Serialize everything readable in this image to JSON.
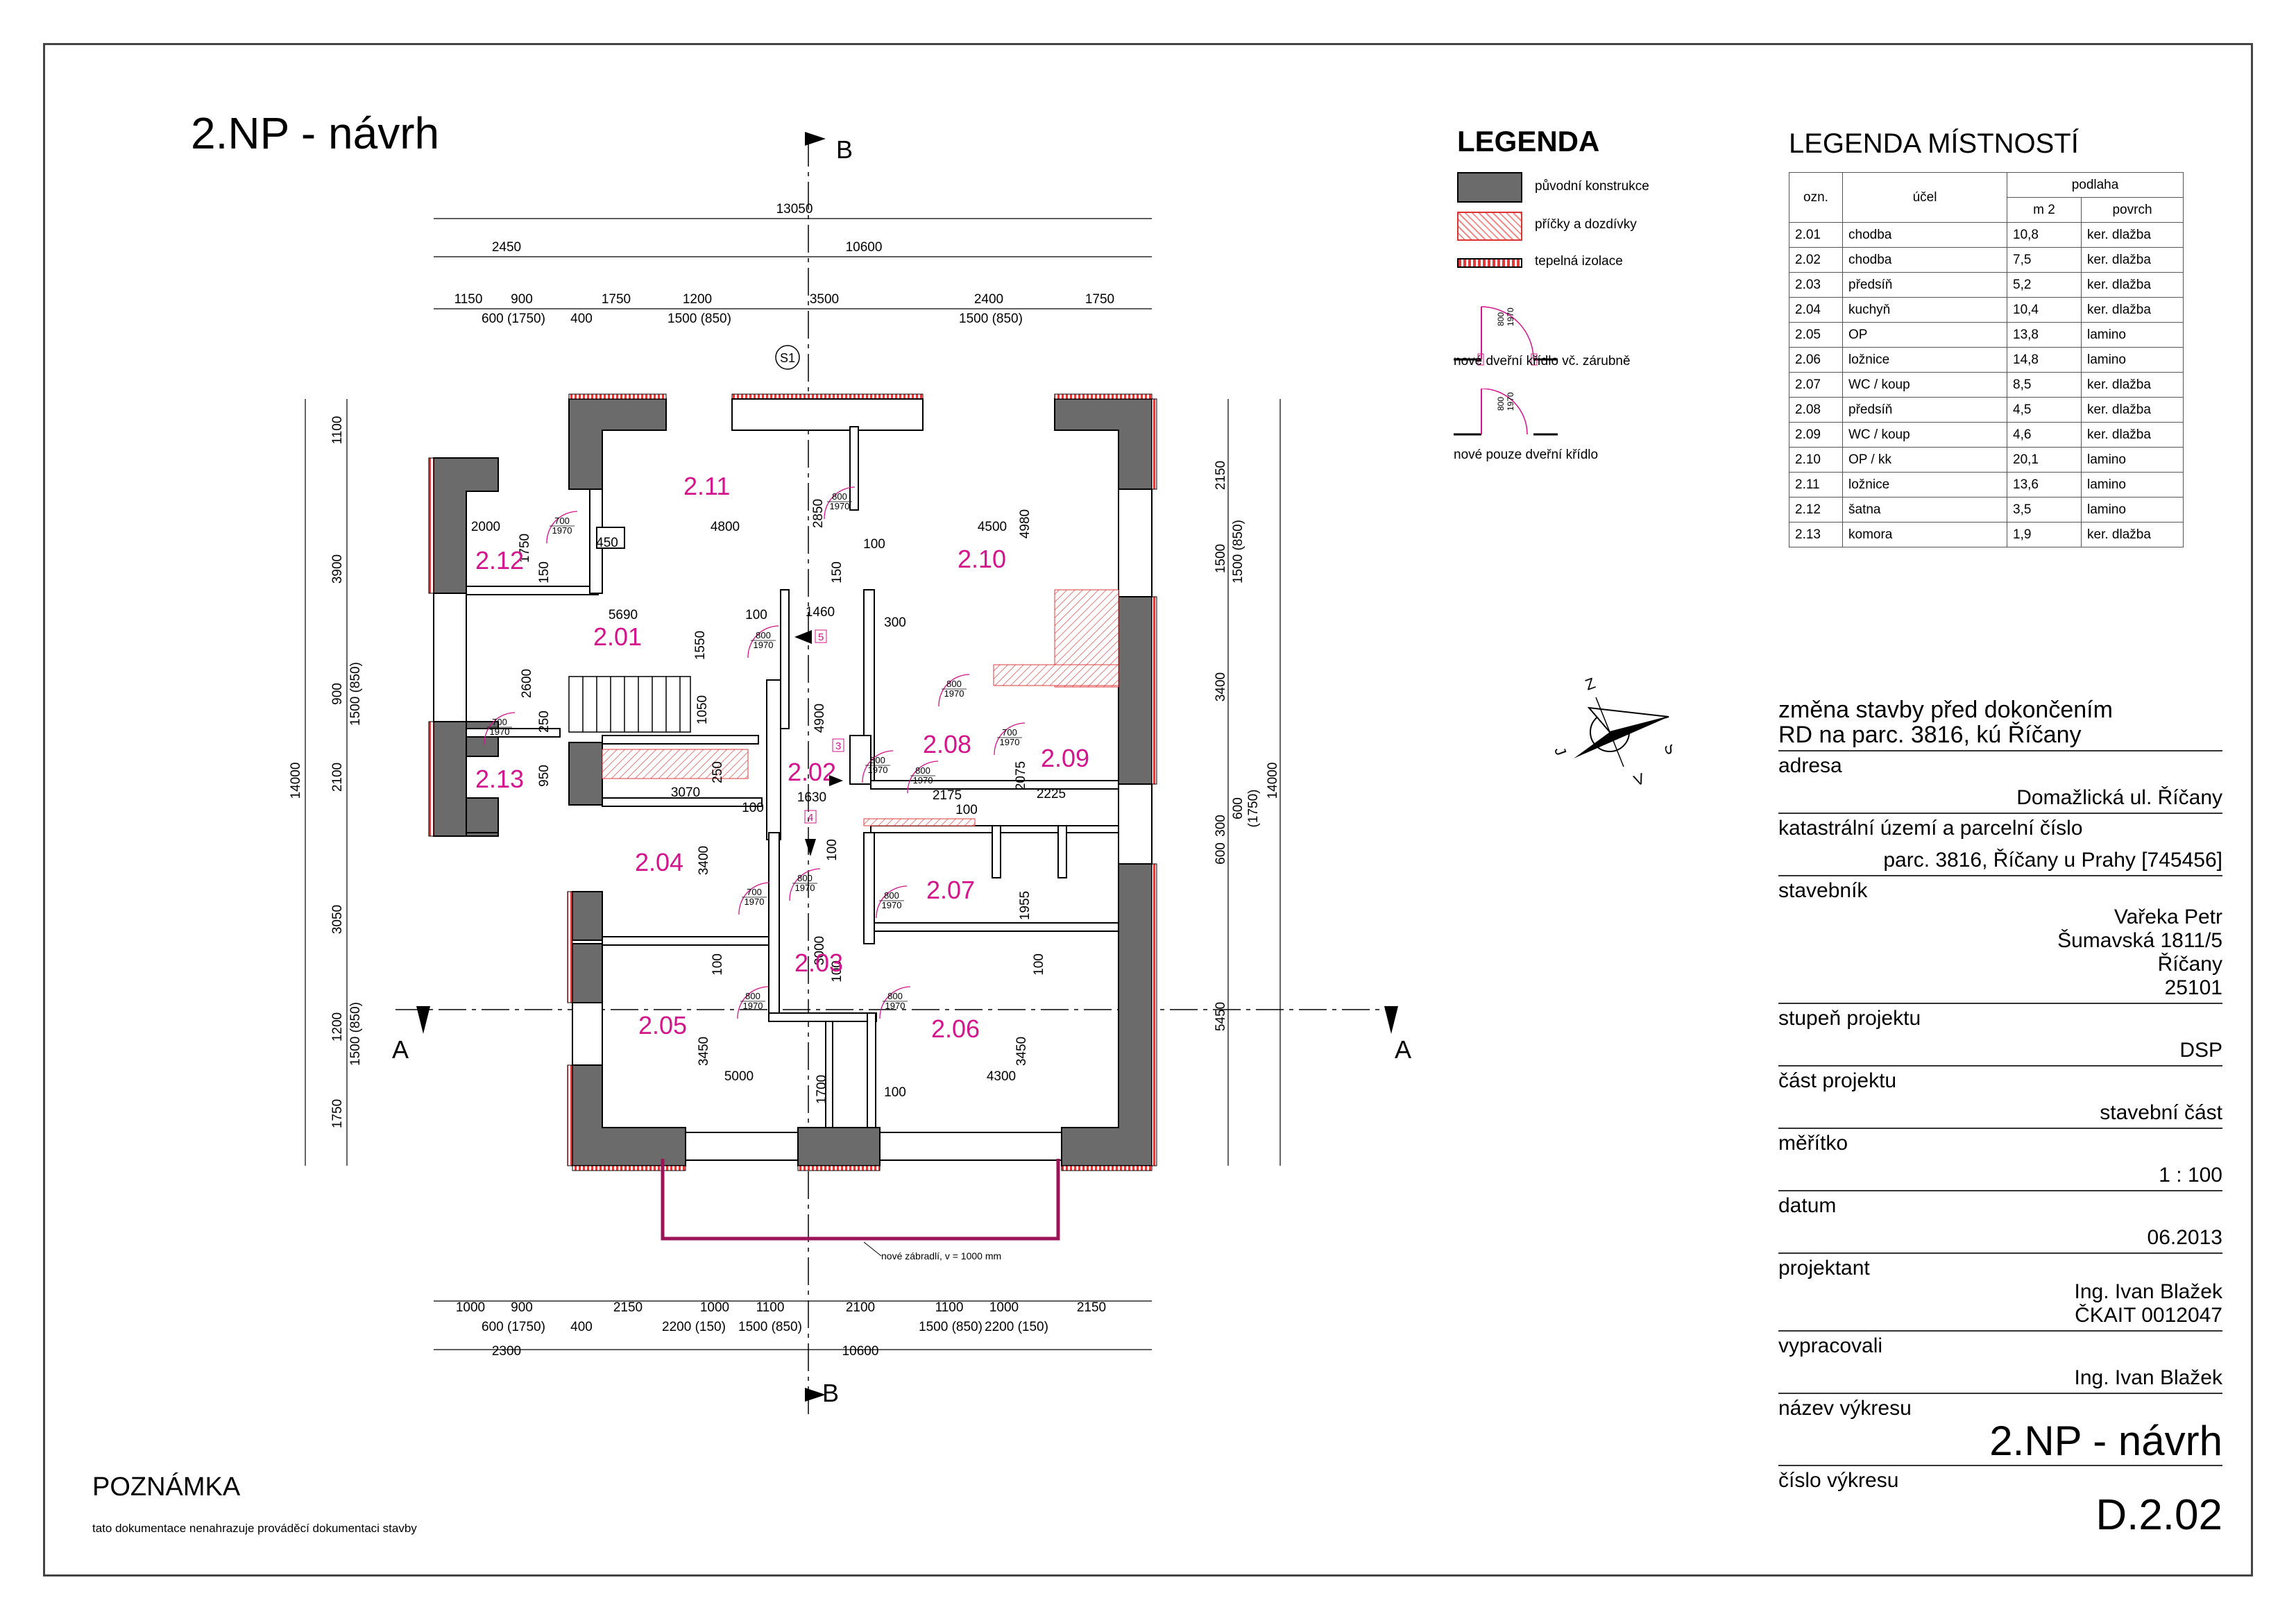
{
  "title": "2.NP - návrh",
  "legend": {
    "heading": "LEGENDA",
    "items": [
      {
        "label": "původní konstrukce",
        "color": "#6b6b6b"
      },
      {
        "label": "příčky a dozdívky",
        "color": "#f7c9c9"
      },
      {
        "label": "tepelná izolace",
        "color": "#e03a3a"
      },
      {
        "label": "nové dveřní křídlo vč. zárubně",
        "color": "#d4148c"
      },
      {
        "label": "nové pouze dveřní křídlo",
        "color": "#d4148c"
      }
    ],
    "door_sample": {
      "w": "800",
      "h": "1970"
    }
  },
  "rooms_legend": {
    "heading": "LEGENDA MÍSTNOSTÍ",
    "headers": {
      "ozn": "ozn.",
      "ucel": "účel",
      "podlaha": "podlaha",
      "m2": "m 2",
      "povrch": "povrch"
    },
    "rows": [
      [
        "2.01",
        "chodba",
        "10,8",
        "ker. dlažba"
      ],
      [
        "2.02",
        "chodba",
        "7,5",
        "ker. dlažba"
      ],
      [
        "2.03",
        "předsíň",
        "5,2",
        "ker. dlažba"
      ],
      [
        "2.04",
        "kuchyň",
        "10,4",
        "ker. dlažba"
      ],
      [
        "2.05",
        "OP",
        "13,8",
        "lamino"
      ],
      [
        "2.06",
        "ložnice",
        "14,8",
        "lamino"
      ],
      [
        "2.07",
        "WC / koup",
        "8,5",
        "ker. dlažba"
      ],
      [
        "2.08",
        "předsíň",
        "4,5",
        "ker. dlažba"
      ],
      [
        "2.09",
        "WC / koup",
        "4,6",
        "ker. dlažba"
      ],
      [
        "2.10",
        "OP / kk",
        "20,1",
        "lamino"
      ],
      [
        "2.11",
        "ložnice",
        "13,6",
        "lamino"
      ],
      [
        "2.12",
        "šatna",
        "3,5",
        "lamino"
      ],
      [
        "2.13",
        "komora",
        "1,9",
        "ker. dlažba"
      ]
    ]
  },
  "title_block": {
    "project_title": "změna stavby před dokončením",
    "project_subtitle": "RD  na parc. 3816, kú Říčany",
    "adresa_label": "adresa",
    "adresa_value": "Domažlická ul. Říčany",
    "katastr_label": "katastrální území a parcelní číslo",
    "katastr_value": "parc. 3816, Říčany u Prahy [745456]",
    "stavebnik_label": "stavebník",
    "stavebnik_lines": [
      "Vařeka Petr",
      "Šumavská 1811/5",
      "Říčany",
      "25101"
    ],
    "stupen_label": "stupeň projektu",
    "stupen_value": "DSP",
    "cast_label": "část projektu",
    "cast_value": "stavební část",
    "meritko_label": "měřítko",
    "meritko_value": "1 : 100",
    "datum_label": "datum",
    "datum_value": "06.2013",
    "projektant_label": "projektant",
    "projektant_lines": [
      "Ing. Ivan Blažek",
      "ČKAIT 0012047"
    ],
    "vypracovali_label": "vypracovali",
    "vypracovali_value": "Ing. Ivan Blažek",
    "nazev_label": "název výkresu",
    "nazev_value": "2.NP - návrh",
    "cislo_label": "číslo výkresu",
    "cislo_value": "D.2.02"
  },
  "note": {
    "heading": "POZNÁMKA",
    "text": "tato dokumentace nenahrazuje prováděcí dokumentaci stavby"
  },
  "north": {
    "z": "Z",
    "s": "S",
    "j": "J",
    "v": "V"
  },
  "sections": {
    "a": "A",
    "b": "B",
    "s1": "S1"
  },
  "railing_note": "nové zábradlí, v = 1000 mm",
  "rooms": [
    {
      "id": "2.11"
    },
    {
      "id": "2.10"
    },
    {
      "id": "2.12"
    },
    {
      "id": "2.01"
    },
    {
      "id": "2.13"
    },
    {
      "id": "2.02"
    },
    {
      "id": "2.08"
    },
    {
      "id": "2.09"
    },
    {
      "id": "2.04"
    },
    {
      "id": "2.07"
    },
    {
      "id": "2.03"
    },
    {
      "id": "2.05"
    },
    {
      "id": "2.06"
    }
  ],
  "dims_top": {
    "total": "13050",
    "left": "2450",
    "right": "10600",
    "row3": [
      "1150",
      "900",
      "1750",
      "1200",
      "3500",
      "2400",
      "1750"
    ],
    "row3_sub": [
      "600 (1750)",
      "400",
      "1500 (850)",
      "1500 (850)"
    ]
  },
  "dims_bottom": {
    "row1": [
      "1000",
      "900",
      "2150",
      "1000",
      "1100",
      "2100",
      "1100",
      "1000",
      "2150"
    ],
    "row1_sub": [
      "600 (1750)",
      "400",
      "2200 (150)",
      "1500 (850)",
      "1500 (850)",
      "2200 (150)"
    ],
    "left": "2300",
    "right": "10600"
  },
  "dims_left": {
    "total": "14000",
    "parts": [
      "1100",
      "3900",
      "900",
      "1500 (850)",
      "2100",
      "3050",
      "1200",
      "1500 (850)",
      "1750"
    ]
  },
  "dims_right": {
    "total": "14000",
    "parts": [
      "2150",
      "1500",
      "1500 (850)",
      "3400",
      "300",
      "600",
      "600",
      "(1750)",
      "5450"
    ]
  },
  "inner_dims": [
    "4800",
    "4500",
    "2850",
    "2000",
    "1750",
    "450",
    "150",
    "150",
    "100",
    "4980",
    "5690",
    "100",
    "1460",
    "1550",
    "300",
    "2600",
    "4900",
    "1050",
    "250",
    "950",
    "3070",
    "250",
    "100",
    "1630",
    "2175",
    "100",
    "2225",
    "2075",
    "3400",
    "100",
    "1955",
    "3000",
    "100",
    "100",
    "100",
    "3450",
    "5000",
    "1700",
    "100",
    "4300",
    "3450"
  ],
  "doors": [
    {
      "w": "700",
      "h": "1970"
    },
    {
      "w": "800",
      "h": "1970"
    },
    {
      "w": "800",
      "h": "1970"
    },
    {
      "w": "800",
      "h": "1970"
    },
    {
      "w": "700",
      "h": "1970"
    },
    {
      "w": "700",
      "h": "1970"
    },
    {
      "w": "800",
      "h": "1970"
    },
    {
      "w": "700",
      "h": "1970"
    },
    {
      "w": "800",
      "h": "1970"
    },
    {
      "w": "800",
      "h": "1970"
    },
    {
      "w": "800",
      "h": "1970"
    },
    {
      "w": "800",
      "h": "1970"
    },
    {
      "w": "800",
      "h": "1970"
    }
  ],
  "markers": [
    "5",
    "3",
    "4"
  ]
}
